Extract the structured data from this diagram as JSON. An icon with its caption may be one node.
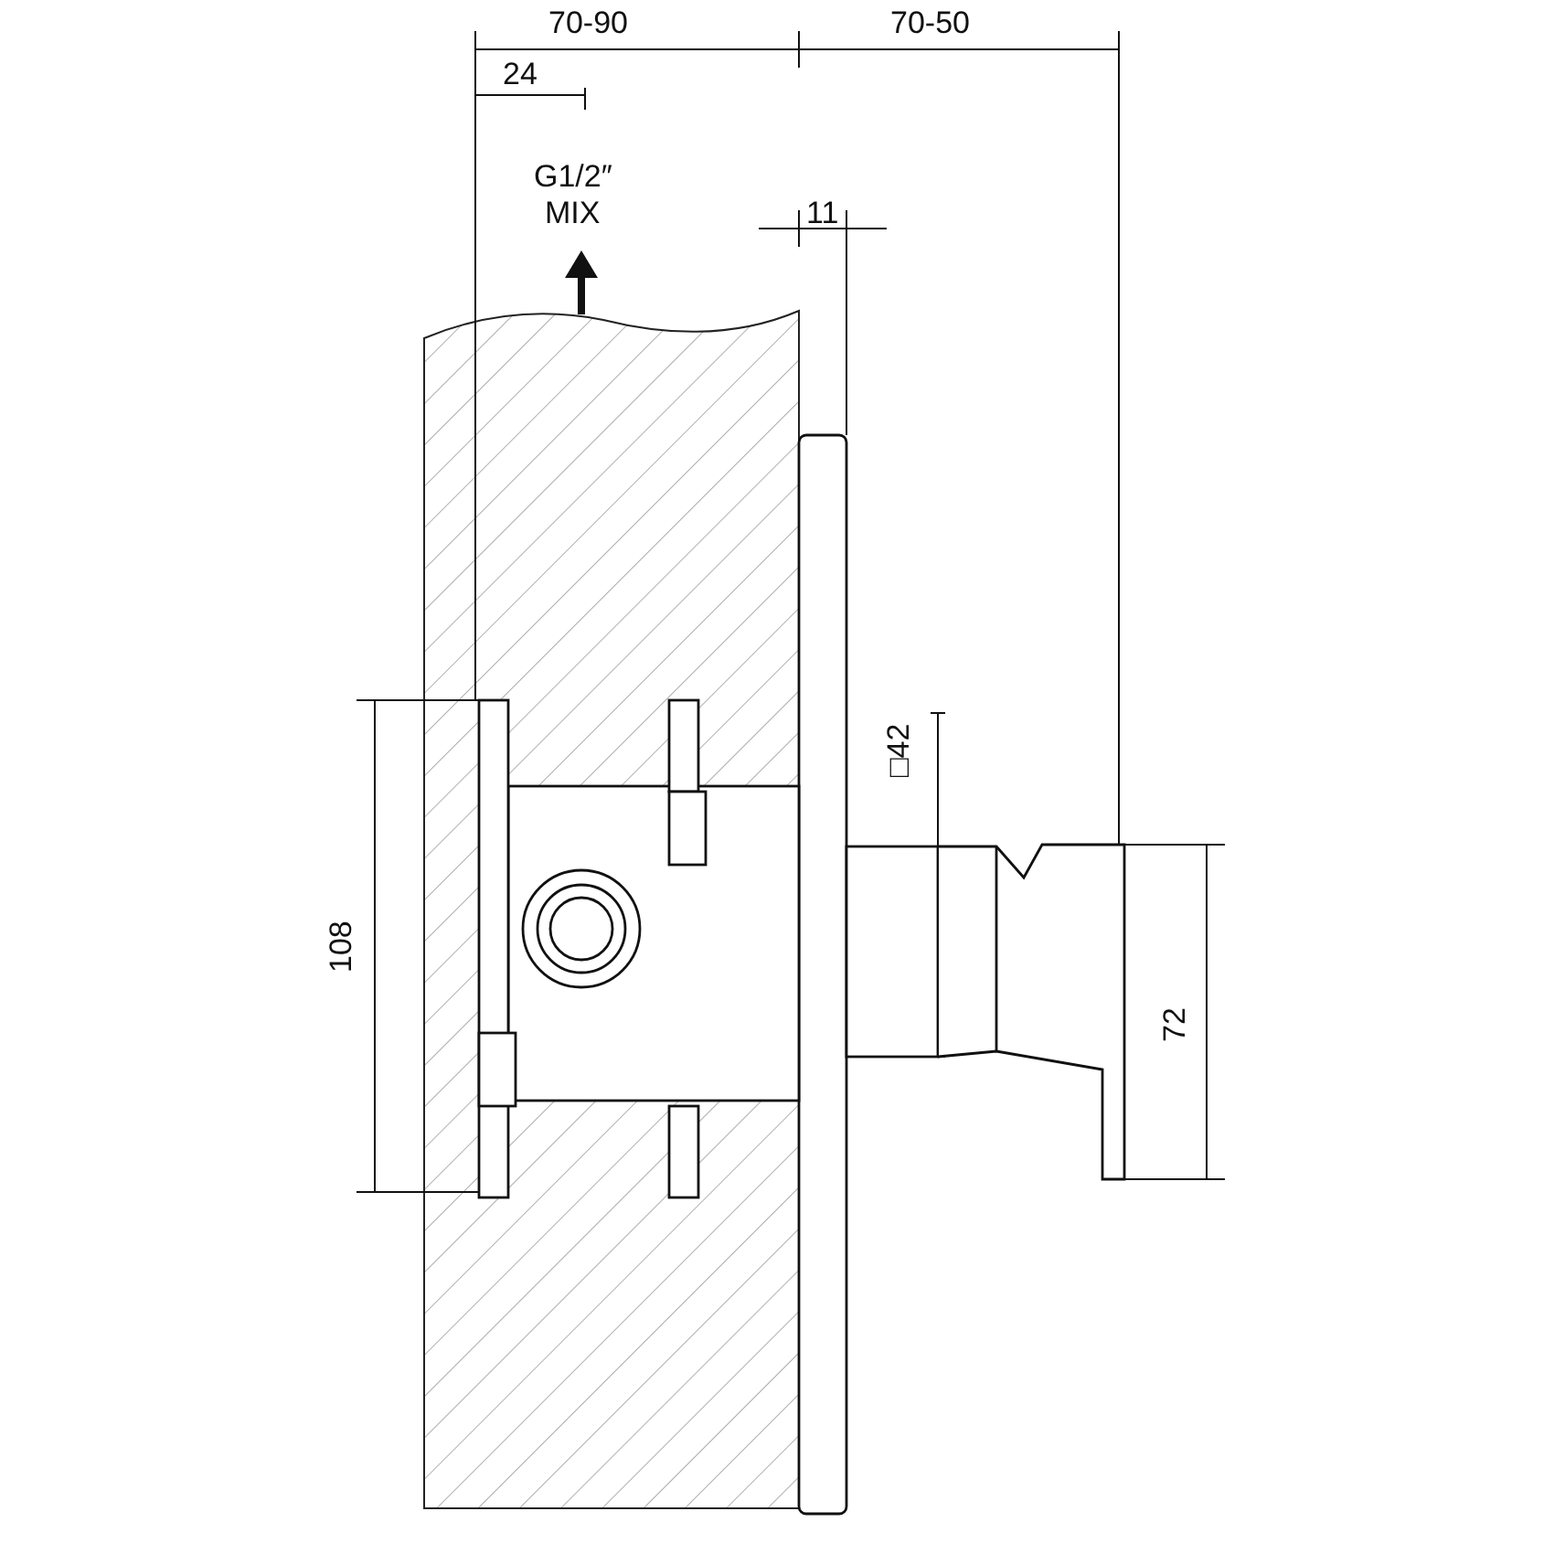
{
  "diagram": {
    "labels": [
      "70-90",
      "70-50",
      "24",
      "G1/2″",
      "MIX",
      "11",
      "□42",
      "108",
      "72"
    ]
  }
}
